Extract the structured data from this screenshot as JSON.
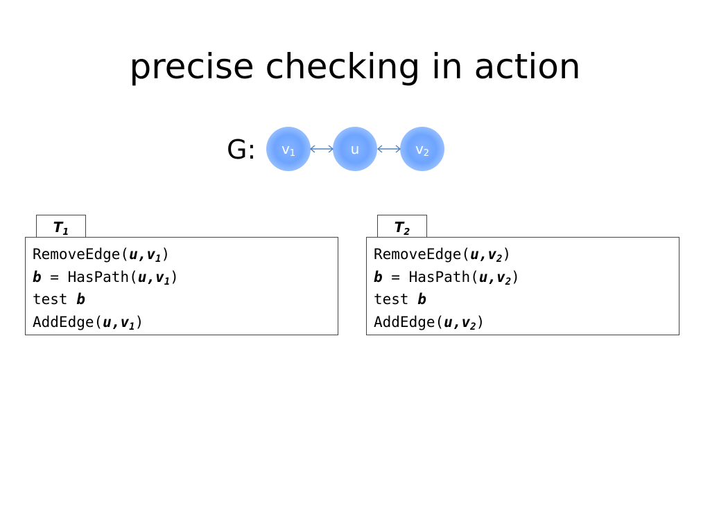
{
  "title": "precise checking in action",
  "graph": {
    "label": "G:",
    "nodes": [
      {
        "id": "v1",
        "name": "v",
        "sub": "1"
      },
      {
        "id": "u",
        "name": "u",
        "sub": ""
      },
      {
        "id": "v2",
        "name": "v",
        "sub": "2"
      }
    ],
    "edges": [
      {
        "from": "v1",
        "to": "u",
        "direction": "bidirectional"
      },
      {
        "from": "u",
        "to": "v2",
        "direction": "bidirectional"
      }
    ],
    "colors": {
      "node": "#6ea4ff",
      "node_text": "#ffffff",
      "edge": "#4f81bd"
    }
  },
  "threads": [
    {
      "tab": {
        "name": "T",
        "sub": "1"
      },
      "code": {
        "l1": {
          "fn": "RemoveEdge(",
          "a": "u",
          "comma": ",",
          "v": "v",
          "vsub": "1",
          "close": ")"
        },
        "l2": {
          "b": "b",
          "mid": " = HasPath(",
          "a": "u",
          "comma": ",",
          "v": "v",
          "vsub": "1",
          "close": ")"
        },
        "l3": {
          "kw": "test ",
          "b": "b"
        },
        "l4": {
          "fn": "AddEdge(",
          "a": "u",
          "comma": ",",
          "v": "v",
          "vsub": "1",
          "close": ")"
        }
      }
    },
    {
      "tab": {
        "name": "T",
        "sub": "2"
      },
      "code": {
        "l1": {
          "fn": "RemoveEdge(",
          "a": "u",
          "comma": ",",
          "v": "v",
          "vsub": "2",
          "close": ")"
        },
        "l2": {
          "b": "b",
          "mid": " = HasPath(",
          "a": "u",
          "comma": ",",
          "v": "v",
          "vsub": "2",
          "close": ")"
        },
        "l3": {
          "kw": "test ",
          "b": "b"
        },
        "l4": {
          "fn": "AddEdge(",
          "a": "u",
          "comma": ",",
          "v": "v",
          "vsub": "2",
          "close": ")"
        }
      }
    }
  ]
}
